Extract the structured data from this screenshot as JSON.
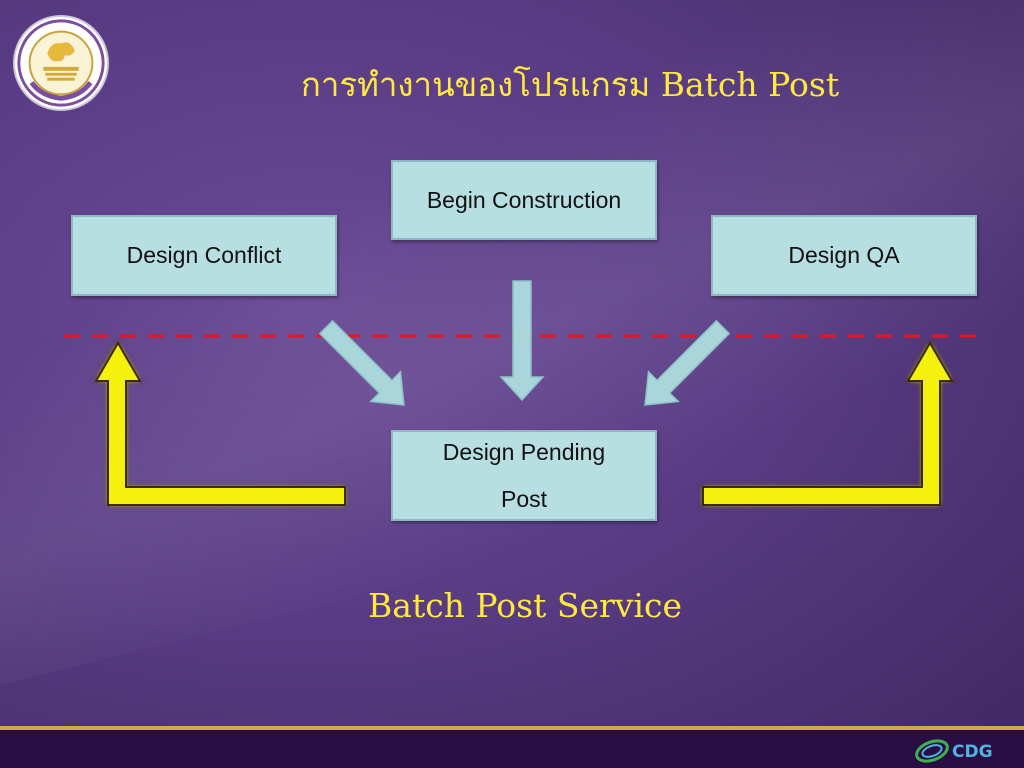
{
  "title": "การทำงานของโปรแกรม Batch Post",
  "boxes": {
    "begin_construction": "Begin Construction",
    "design_conflict": "Design Conflict",
    "design_qa": "Design QA",
    "design_pending_line1": "Design Pending",
    "design_pending_line2": "Post"
  },
  "service_label": "Batch Post Service",
  "footer": {
    "logo_text": "CDG"
  },
  "colors": {
    "background": "#5a3c85",
    "title_text": "#ffe93d",
    "box_fill": "#b7dfe2",
    "connector_arrow": "#a9d6db",
    "return_arrow": "#f4f20c",
    "dashed_line": "#e8141e",
    "footer_bar": "#2a0d45",
    "footer_accent": "#cfa94a"
  },
  "icons": [
    "organization-seal-logo",
    "cdg-logo"
  ]
}
